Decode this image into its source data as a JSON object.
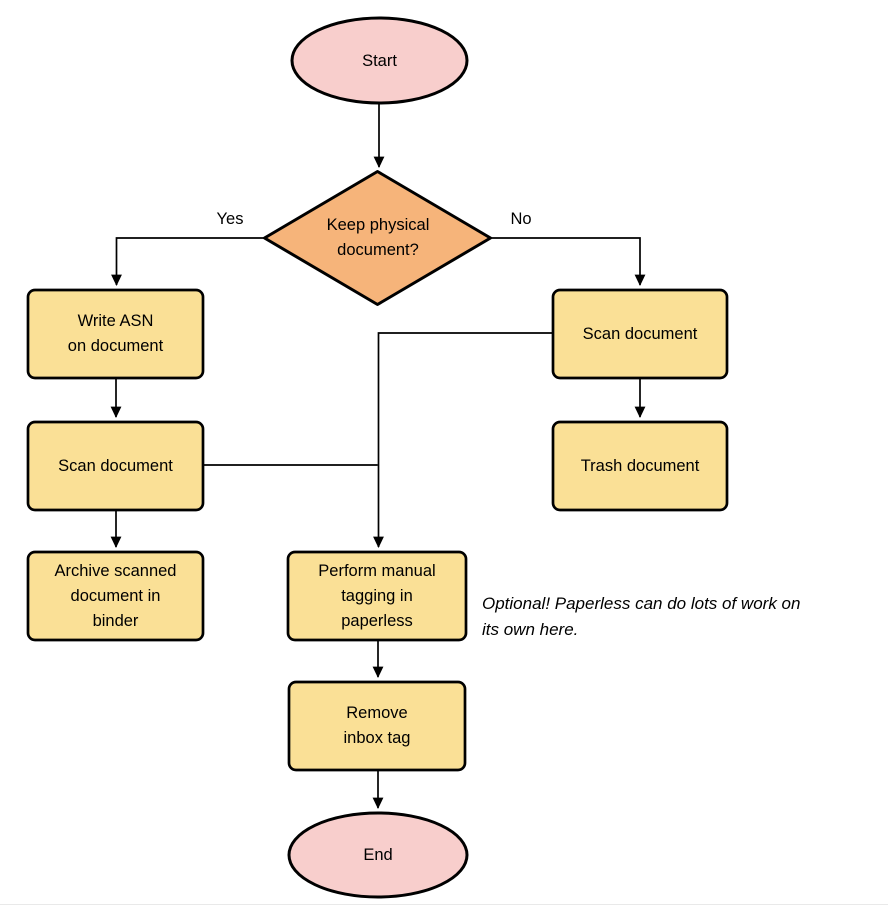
{
  "colors": {
    "terminal_fill": "#F8CECC",
    "decision_fill": "#F6B47A",
    "process_fill": "#FAE096",
    "stroke": "#000000",
    "text": "#000000",
    "footer_line": "#E9E9E9"
  },
  "flowchart": {
    "title_hint": "Document intake flowchart",
    "start": "Start",
    "decision": "Keep physical\ndocument?",
    "yes": "Yes",
    "no": "No",
    "write_asn": "Write ASN\non document",
    "scan_left": "Scan document",
    "archive": "Archive scanned\ndocument in\nbinder",
    "scan_right": "Scan document",
    "trash": "Trash document",
    "perform": "Perform manual\ntagging in\npaperless",
    "annotation": "Optional! Paperless can do lots of work on\nits own here.",
    "remove": "Remove\ninbox tag",
    "end": "End"
  }
}
